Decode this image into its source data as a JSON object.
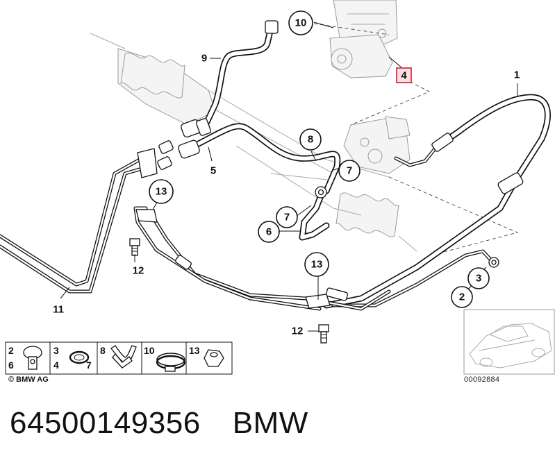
{
  "callouts": [
    {
      "label": "1",
      "style": "plain"
    },
    {
      "label": "2",
      "style": "circle"
    },
    {
      "label": "3",
      "style": "circle"
    },
    {
      "label": "4",
      "style": "box"
    },
    {
      "label": "5",
      "style": "plain"
    },
    {
      "label": "6",
      "style": "circle"
    },
    {
      "label": "7",
      "style": "circle"
    },
    {
      "label": "7",
      "style": "circle"
    },
    {
      "label": "8",
      "style": "circle"
    },
    {
      "label": "9",
      "style": "plain"
    },
    {
      "label": "10",
      "style": "circle"
    },
    {
      "label": "11",
      "style": "plain"
    },
    {
      "label": "12",
      "style": "plain"
    },
    {
      "label": "12",
      "style": "plain"
    },
    {
      "label": "13",
      "style": "circle"
    },
    {
      "label": "13",
      "style": "circle"
    }
  ],
  "legend": {
    "cells": [
      {
        "numbers": [
          "2",
          "6"
        ],
        "part_icon": "hollow-bolt-icon"
      },
      {
        "numbers": [
          "3",
          "4",
          "7"
        ],
        "part_icon": "seal-ring-icon"
      },
      {
        "numbers": [
          "8"
        ],
        "part_icon": "pipe-clamp-icon"
      },
      {
        "numbers": [
          "10"
        ],
        "part_icon": "hose-clamp-icon"
      },
      {
        "numbers": [
          "13"
        ],
        "part_icon": "hex-nut-icon"
      }
    ]
  },
  "copyright": "© BMW AG",
  "image_code": "00092884",
  "caption": {
    "part_number": "64500149356",
    "brand": "BMW"
  },
  "colors": {
    "line": "#111111",
    "ghost": "#9a9a9a",
    "highlight": "#e0303a"
  }
}
